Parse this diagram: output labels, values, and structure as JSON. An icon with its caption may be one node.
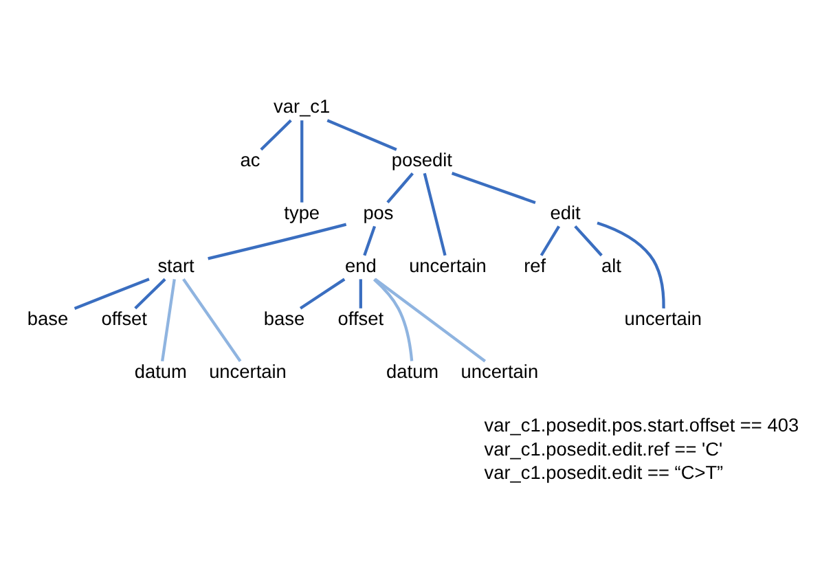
{
  "diagram": {
    "nodes": [
      {
        "text": [
          "var_c1"
        ]
      },
      {
        "text": [
          "ac"
        ]
      },
      {
        "text": [
          "type"
        ]
      },
      {
        "text": [
          "posedit"
        ]
      },
      {
        "text": [
          "pos"
        ]
      },
      {
        "text": [
          "uncertain"
        ]
      },
      {
        "text": [
          "edit"
        ]
      },
      {
        "text": [
          "start"
        ]
      },
      {
        "text": [
          "end"
        ]
      },
      {
        "text": [
          "ref"
        ]
      },
      {
        "text": [
          "alt"
        ]
      },
      {
        "text": [
          "uncertain"
        ]
      },
      {
        "text": [
          "base"
        ]
      },
      {
        "text": [
          "offset"
        ]
      },
      {
        "text": [
          "base"
        ]
      },
      {
        "text": [
          "offset"
        ]
      },
      {
        "text": [
          "datum"
        ]
      },
      {
        "text": [
          "uncertain"
        ]
      },
      {
        "text": [
          "datum"
        ]
      },
      {
        "text": [
          "uncertain"
        ]
      }
    ],
    "edges": [
      {
        "from": 0,
        "to": 1,
        "arrow": "none"
      },
      {
        "from": 0,
        "to": 2,
        "arrow": "none"
      },
      {
        "from": 0,
        "to": 3,
        "arrow": "none"
      },
      {
        "from": 3,
        "to": 4,
        "arrow": "none"
      },
      {
        "from": 3,
        "to": 5,
        "arrow": "none"
      },
      {
        "from": 3,
        "to": 6,
        "arrow": "none"
      },
      {
        "from": 4,
        "to": 7,
        "arrow": "none"
      },
      {
        "from": 4,
        "to": 8,
        "arrow": "none"
      },
      {
        "from": 6,
        "to": 9,
        "arrow": "none"
      },
      {
        "from": 6,
        "to": 11,
        "arrow": "none"
      },
      {
        "from": 6,
        "to": 10,
        "arrow": "none"
      },
      {
        "from": 7,
        "to": 12,
        "arrow": "none"
      },
      {
        "from": 7,
        "to": 16,
        "arrow": "none",
        "color": "#8fb4e0"
      },
      {
        "from": 7,
        "to": 17,
        "arrow": "none",
        "color": "#8fb4e0"
      },
      {
        "from": 7,
        "to": 13,
        "arrow": "none"
      },
      {
        "from": 8,
        "to": 14,
        "arrow": "none"
      },
      {
        "from": 8,
        "to": 18,
        "arrow": "none",
        "color": "#8fb4e0"
      },
      {
        "from": 8,
        "to": 19,
        "arrow": "none",
        "color": "#8fb4e0"
      },
      {
        "from": 8,
        "to": 15,
        "arrow": "none"
      }
    ],
    "labels": [
      "var_c1.posedit.pos.start.offset == 403",
      "var_c1.posedit.edit.ref == 'C'",
      "var_c1.posedit.edit == “C>T”"
    ]
  }
}
